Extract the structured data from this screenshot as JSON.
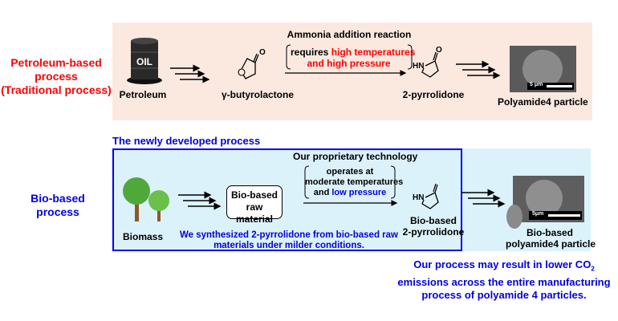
{
  "petroleum_section": {
    "side_label": [
      "Petroleum-based",
      "process",
      "(Traditional process)"
    ],
    "source_label": "Petroleum",
    "intermediate_label": "γ-butyrolactone",
    "reaction_title": "Ammonia addition reaction",
    "condition_prefix": "requires ",
    "condition_highlight_1": "high temperatures",
    "condition_highlight_2": "and high pressure",
    "product_label": "2-pyrrolidone",
    "final_label": "Polyamide4 particle",
    "scale_bar": "5 μm",
    "barrel_text": "OIL"
  },
  "bio_section": {
    "side_label": [
      "Bio-based",
      "process"
    ],
    "box_title": "The newly developed process",
    "source_label": "Biomass",
    "raw_material_label": [
      "Bio-based",
      "raw material"
    ],
    "tech_title": "Our proprietary technology",
    "condition_line_1": "operates at",
    "condition_line_2": "moderate temperatures",
    "condition_prefix": "and ",
    "condition_highlight": "low pressure",
    "product_label": [
      "Bio-based",
      "2-pyrrolidone"
    ],
    "note": [
      "We synthesized 2-pyrrolidone from bio-based raw",
      "materials under milder conditions."
    ],
    "final_label": [
      "Bio-based",
      "polyamide4 particle"
    ],
    "scale_bar": "5μm"
  },
  "conclusion": {
    "line_1": "Our process may result in lower CO",
    "line_1_sub": "2",
    "line_2": "emissions across the entire manufacturing",
    "line_3": "process of polyamide 4 particles."
  },
  "molecule_atoms": {
    "oxygen": "O",
    "nh": "HN"
  },
  "colors": {
    "pink_bg": "#fbe9e0",
    "blue_bg": "#dcf2fb",
    "accent_blue": "#0000ff",
    "accent_red": "#ff0000"
  }
}
